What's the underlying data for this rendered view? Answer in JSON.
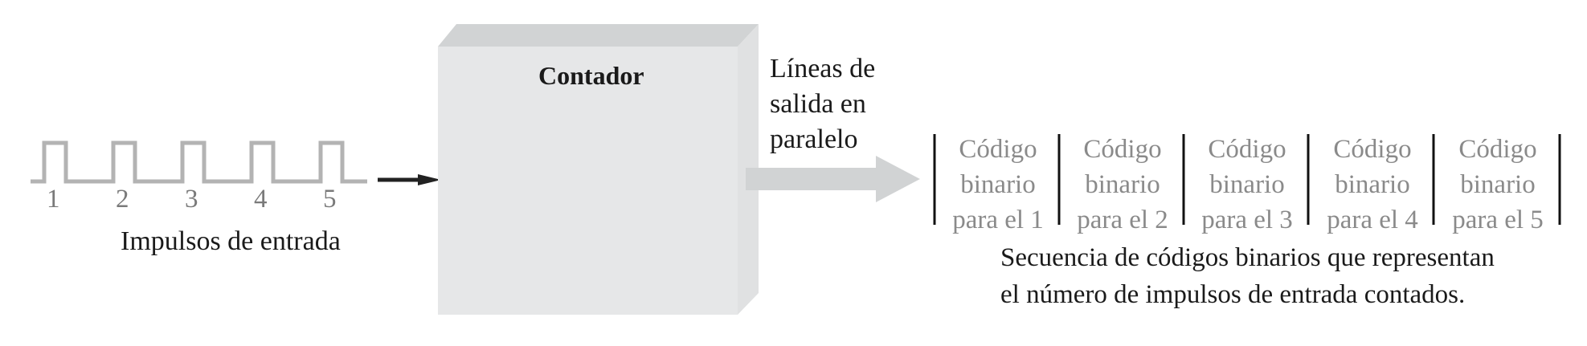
{
  "colors": {
    "pulse": "#b3b3b3",
    "arrow": "#222222",
    "block_front": "#e6e7e8",
    "block_top": "#d1d3d4",
    "block_side": "#e0e1e2",
    "output_arrow": "#d1d3d4",
    "divider": "#111111"
  },
  "input": {
    "pulse_numbers": [
      "1",
      "2",
      "3",
      "4",
      "5"
    ],
    "label": "Impulsos de entrada"
  },
  "counter": {
    "title": "Contador"
  },
  "output": {
    "label_lines": [
      "Líneas de",
      "salida en",
      "paralelo"
    ]
  },
  "codes": [
    {
      "line1": "Código",
      "line2": "binario",
      "line3": "para el 1"
    },
    {
      "line1": "Código",
      "line2": "binario",
      "line3": "para el 2"
    },
    {
      "line1": "Código",
      "line2": "binario",
      "line3": "para el 3"
    },
    {
      "line1": "Código",
      "line2": "binario",
      "line3": "para el 4"
    },
    {
      "line1": "Código",
      "line2": "binario",
      "line3": "para el 5"
    }
  ],
  "sequence": {
    "caption_lines": [
      "Secuencia de códigos binarios que representan",
      "el número de impulsos de entrada contados."
    ]
  }
}
